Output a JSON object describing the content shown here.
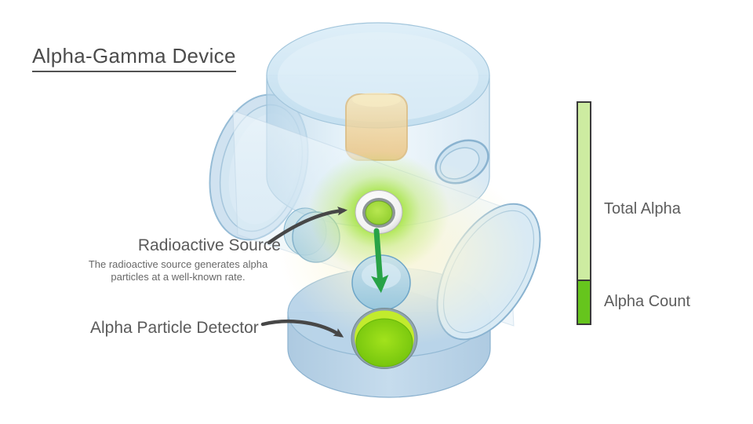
{
  "title": "Alpha-Gamma Device",
  "annotations": {
    "source": {
      "label": "Radioactive Source",
      "description": "The radioactive source generates alpha particles at a well-known rate."
    },
    "detector": {
      "label": "Alpha Particle Detector"
    }
  },
  "legend": {
    "items": [
      {
        "label": "Total Alpha",
        "color": "#cdeca1"
      },
      {
        "label": "Alpha Count",
        "color": "#66c51d"
      }
    ],
    "border_color": "#3a3a3a"
  },
  "colors": {
    "title_text": "#4c4c4c",
    "callout_text": "#5a5a5a",
    "description_text": "#686868",
    "annotation_arrow": "#474747",
    "device_glass_blue": "#c5dcee",
    "device_outline_blue": "#8fb6d2",
    "gamma_crystal_amber": "#eccd96",
    "source_glow_green": "#9ae22c",
    "source_center_green": "#9ad22e",
    "alpha_arrow_green": "#28a347",
    "detector_green": "#7ecb10"
  }
}
